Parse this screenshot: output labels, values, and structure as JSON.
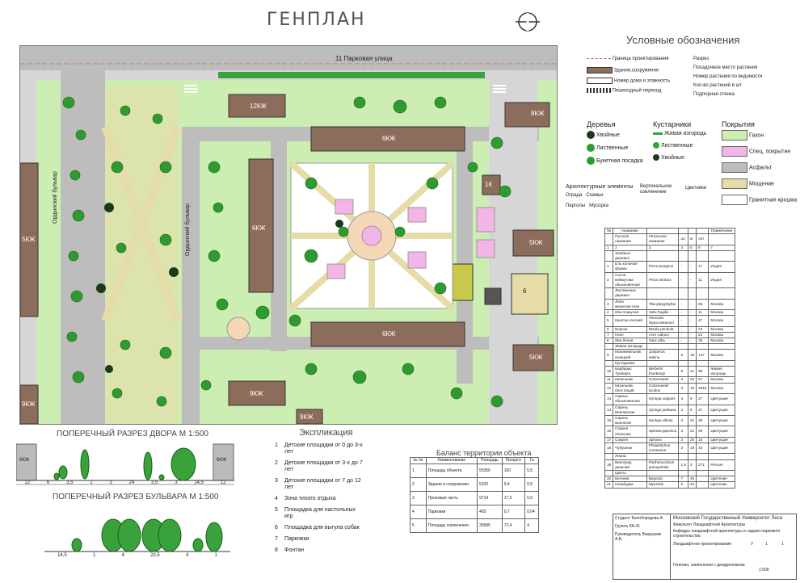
{
  "title": "ГЕНПЛАН",
  "street": "11 Парковая улица",
  "plan_labels": {
    "buildings": [
      "12КЖ",
      "6КЖ",
      "6КЖ",
      "6КЖ",
      "5КЖ",
      "9КЖ",
      "9КЖ",
      "9КЖ",
      "8КЖ",
      "5КЖ",
      "5КЖ",
      "1К",
      "6"
    ],
    "boulevard_1": "Ордынский бульвар",
    "boulevard_2": "Ордынский бульвар"
  },
  "legend": {
    "title": "Условные обозначения",
    "items_left": [
      "Граница проектирования",
      "Здания,сооружения",
      "Номер дома и этажность",
      "Пешеходный переход"
    ],
    "items_right": [
      "Разрез",
      "Посадочное место растения",
      "Номер растения по ведомости",
      "Кол-во растений в шт.",
      "Подпорная стенка"
    ],
    "trees_title": "Деревья",
    "trees": [
      "Хвойные",
      "Лиственные",
      "Букетная посадка"
    ],
    "shrubs_title": "Кустарники",
    "shrubs": [
      "Живая изгородь",
      "Лиственные",
      "Хвойные"
    ],
    "cover_title": "Покрытия",
    "cover": [
      {
        "label": "Газон",
        "color": "#cdeeb3"
      },
      {
        "label": "Спец. покрытие",
        "color": "#f3b4e6"
      },
      {
        "label": "Асфальт",
        "color": "#bdbdbd"
      },
      {
        "label": "Мощение",
        "color": "#e6dca8"
      },
      {
        "label": "Гранитная крошка",
        "color": "#ffffff"
      }
    ],
    "arch_title": "Архитектурные элементы",
    "arch": [
      "Ограда",
      "Скамьи",
      "Перголы",
      "Мусорка"
    ],
    "vert_title": "Вертикальное озеленение",
    "flower_title": "Цветники"
  },
  "section1": {
    "title": "ПОПЕРЕЧНЫЙ РАЗРЕЗ ДВОРА М 1:500",
    "left": "6КЖ",
    "right": "6КЖ",
    "dims": [
      "12",
      "6",
      "3,5",
      "1",
      "3",
      "24",
      "3,5",
      "3",
      "14,5",
      "12"
    ]
  },
  "section2": {
    "title": "ПОПЕРЕЧНЫЙ РАЗРЕЗ БУЛЬВАРА М 1:500",
    "dims": [
      "14,5",
      "1",
      "4",
      "23,5",
      "4",
      "1"
    ]
  },
  "explication": {
    "title": "Экспликация",
    "items": [
      {
        "n": "1",
        "t": "Детские площадки от 0 до 3-х лет"
      },
      {
        "n": "2",
        "t": "Детские площадки от 3-х до 7 лет"
      },
      {
        "n": "3",
        "t": "Детские площадки от 7 до 12 лет"
      },
      {
        "n": "4",
        "t": "Зона тихого отдыха"
      },
      {
        "n": "5",
        "t": "Площадка для настольных игр"
      },
      {
        "n": "6",
        "t": "Площадка для выгула собак"
      },
      {
        "n": "7",
        "t": "Парковки"
      },
      {
        "n": "8",
        "t": "Фонтан"
      }
    ]
  },
  "balance": {
    "title": "Баланс территории объекта",
    "headers": [
      "№ пп",
      "Наименование",
      "Площадь",
      "Процент",
      "Га"
    ],
    "rows": [
      [
        "1",
        "Площадь объекта",
        "55356",
        "100",
        "5,5"
      ],
      [
        "2",
        "Здания и сооружения",
        "5232",
        "9,4",
        "0,5"
      ],
      [
        "3",
        "Проезжая часть",
        "9714",
        "17,5",
        "0,9"
      ],
      [
        "4",
        "Парковки",
        "465",
        "0,7",
        "0,04"
      ],
      [
        "5",
        "Площадь озеленения",
        "39995",
        "72,4",
        "4"
      ]
    ]
  },
  "assortment": {
    "headers": [
      "№",
      "Название",
      "",
      "",
      "",
      "",
      "Примечание"
    ],
    "subheaders": [
      "Русское название",
      "Латинское название",
      "шт.",
      "м",
      "лет"
    ],
    "rows": [
      [
        "1",
        "2",
        "3",
        "4",
        "5",
        "6",
        "7"
      ],
      [
        "",
        "Хвойные деревья",
        "",
        "",
        "",
        "",
        ""
      ],
      [
        "1",
        "Ель колючая форма",
        "Picea pungens",
        "-",
        "-",
        "17",
        "Индия"
      ],
      [
        "2",
        "Сосна веймутова обыкновенная",
        "Pinus strobus",
        "-",
        "-",
        "11",
        "Индия"
      ],
      [
        "",
        "Лиственные деревья",
        "",
        "",
        "",
        "",
        ""
      ],
      [
        "3",
        "Липа мелколистная",
        "Tilia platyphyllos",
        "-",
        "-",
        "65",
        "Москва"
      ],
      [
        "4",
        "Ива плакучая",
        "Salix fragilis",
        "-",
        "-",
        "11",
        "Москва"
      ],
      [
        "5",
        "Каштан конский",
        "Aesculus hippocastanum",
        "-",
        "-",
        "47",
        "Москва"
      ],
      [
        "6",
        "Береза",
        "Betula pendula",
        "-",
        "-",
        "23",
        "Москва"
      ],
      [
        "7",
        "Клен",
        "Acer rubrum",
        "-",
        "-",
        "21",
        "Москва"
      ],
      [
        "8",
        "Ива белая",
        "Salix alba",
        "-",
        "-",
        "30",
        "Москва"
      ],
      [
        "",
        "Живая изгородь",
        "",
        "",
        "",
        "",
        ""
      ],
      [
        "9",
        "Можжевельник казацкий",
        "Juniperus sabina",
        "5",
        "18",
        "137",
        "Москва"
      ],
      [
        "",
        "Кустарники",
        "",
        "",
        "",
        "",
        ""
      ],
      [
        "10",
        "Барбарис Тунберга",
        "Berberis thunbergii",
        "5",
        "21",
        "95",
        "Живая изгородь"
      ],
      [
        "11",
        "Кизильник",
        "Cotoneaster",
        "3",
        "22",
        "67",
        "Москва"
      ],
      [
        "12",
        "Кизильник блестящий",
        "Cotoneaster lucidus",
        "3",
        "18",
        "2515",
        "Москва"
      ],
      [
        "13",
        "Сирень обыкновенная",
        "Syringa vulgaris",
        "3",
        "5",
        "27",
        "Цветущие"
      ],
      [
        "14",
        "Сирень Венгерская",
        "Syringa josikaea",
        "3",
        "8",
        "37",
        "Цветущие"
      ],
      [
        "15",
        "Сирень мохнатая",
        "Syringa villosa",
        "3",
        "21",
        "36",
        "Цветущие"
      ],
      [
        "16",
        "Спирея японская",
        "Spiraea japonica",
        "3",
        "21",
        "26",
        "Цветущие"
      ],
      [
        "17",
        "Спирея",
        "Spiraea",
        "3",
        "20",
        "18",
        "Цветущие"
      ],
      [
        "18",
        "Чубушник",
        "Philadelphus coronarius",
        "3",
        "19",
        "44",
        "Цветущие"
      ],
      [
        "",
        "Лианы",
        "",
        "",
        "",
        "",
        ""
      ],
      [
        "19",
        "Виноград девичий",
        "Parthenocissus quinquefolia",
        "1,5",
        "3",
        "271",
        "Рессия"
      ],
      [
        "",
        "Цветы",
        "",
        "",
        "",
        "",
        ""
      ],
      [
        "20",
        "Бегония",
        "Begonia",
        "7",
        "45",
        "",
        "Цветение"
      ],
      [
        "21",
        "Незабудка",
        "Myosotis",
        "6",
        "42",
        "",
        "Цветение"
      ]
    ]
  },
  "stamp": {
    "university": "Московский Государственный Университет Леса",
    "faculty": "Факультет Ландшафтной Архитектуры",
    "dept": "Кафедра ландшафтной архитектуры и садово-паркового строительства",
    "subject": "Ландшафтное проектирование",
    "sheet": "Генплан, озеленения с дендропланом",
    "scale": "1:500",
    "roles": [
      "Студент",
      "Группа",
      "Руководитель"
    ],
    "names": [
      "Белобородова А.",
      "ЛА-41",
      "Вахрушев А.Б."
    ],
    "stage": "У",
    "sheet_n": "1",
    "sheets": "1"
  }
}
